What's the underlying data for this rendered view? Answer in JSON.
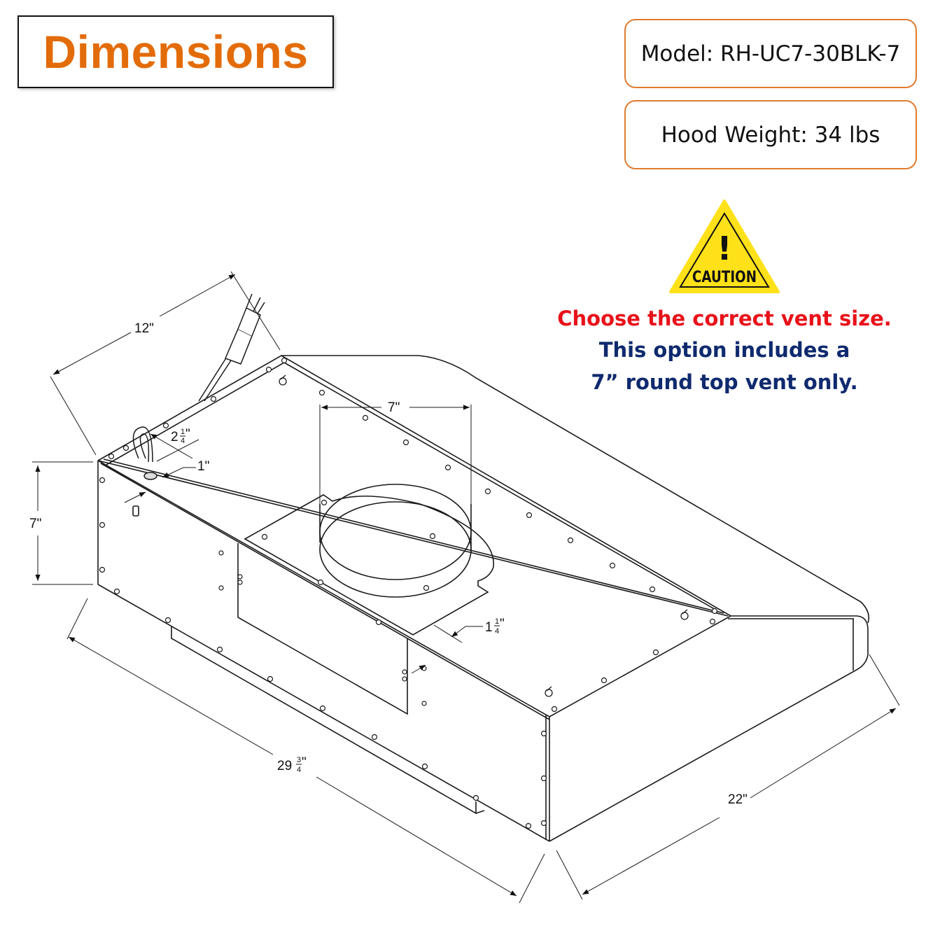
{
  "header": {
    "title": "Dimensions"
  },
  "specs": {
    "model": "Model: RH-UC7-30BLK-7",
    "weight": "Hood Weight: 34 lbs"
  },
  "caution": {
    "icon": "caution-triangle-icon",
    "symbol": "!",
    "label": "CAUTION",
    "colors": {
      "fill": "#FFE119",
      "stroke": "#111111"
    }
  },
  "notice": {
    "line1": "Choose the correct vent size.",
    "line2": "This option includes a",
    "line3": "7” round top vent only.",
    "colors": {
      "warning": "#E8111A",
      "info": "#0F2A6E"
    }
  },
  "dimensions": {
    "depth_top": {
      "whole": "12\""
    },
    "cord_offset": {
      "whole": "2",
      "num": "1",
      "den": "4",
      "unit": "\""
    },
    "cord_dia": {
      "whole": "1\""
    },
    "height": {
      "whole": "7\""
    },
    "vent_diameter": {
      "whole": "7\""
    },
    "vent_offset": {
      "whole": "1",
      "num": "1",
      "den": "4",
      "unit": "\""
    },
    "width": {
      "whole": "29",
      "num": "3",
      "den": "4",
      "unit": "\""
    },
    "depth_bottom": {
      "whole": "22\""
    }
  },
  "colors": {
    "accent": "#E36C0A",
    "box_border": "#E07B2E",
    "line": "#1A1A1A"
  }
}
